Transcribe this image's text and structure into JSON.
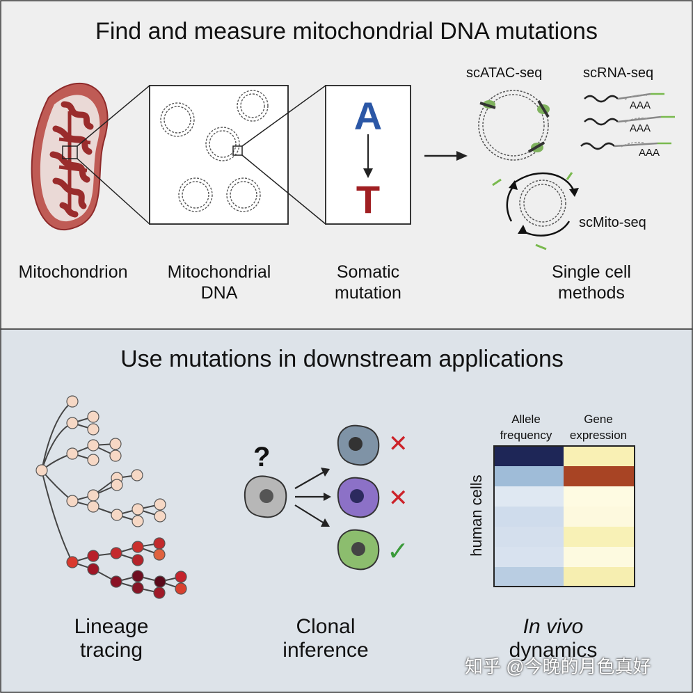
{
  "top_panel": {
    "title": "Find and measure mitochondrial DNA mutations",
    "labels": {
      "mitochondrion": "Mitochondrion",
      "mtdna_line1": "Mitochondrial",
      "mtdna_line2": "DNA",
      "somatic_line1": "Somatic",
      "somatic_line2": "mutation",
      "methods_line1": "Single cell",
      "methods_line2": "methods"
    },
    "mutation": {
      "from": "A",
      "to": "T",
      "from_color": "#2b57a6",
      "to_color": "#a01f22"
    },
    "methods": {
      "atac": "scATAC-seq",
      "rna": "scRNA-seq",
      "mito": "scMito-seq",
      "polya": "AAA"
    }
  },
  "bottom_panel": {
    "title": "Use mutations in downstream applications",
    "applications": {
      "lineage_line1": "Lineage",
      "lineage_line2": "tracing",
      "clonal_line1": "Clonal",
      "clonal_line2": "inference",
      "invivo_line1": "In vivo",
      "invivo_line2": "dynamics"
    },
    "question_mark": "?",
    "clone_marks": [
      "✕",
      "✕",
      "✓"
    ],
    "heatmap": {
      "col1_line1": "Allele",
      "col1_line2": "frequency",
      "col2_line1": "Gene",
      "col2_line2": "expression",
      "row_axis": "human cells"
    }
  },
  "watermark": "知乎 @今晚的月色真好",
  "colors": {
    "top_bg": "#efefef",
    "bottom_bg": "#dde3e9",
    "mito_outer": "#b85a55",
    "mito_inner": "#8e2a2a",
    "cell_grey": "#b7b7b7",
    "cell_blue": "#7f93a6",
    "cell_purple": "#8c71c7",
    "cell_green": "#8cbd6e",
    "cross_red": "#cc2229",
    "check_green": "#3a9a3a"
  }
}
